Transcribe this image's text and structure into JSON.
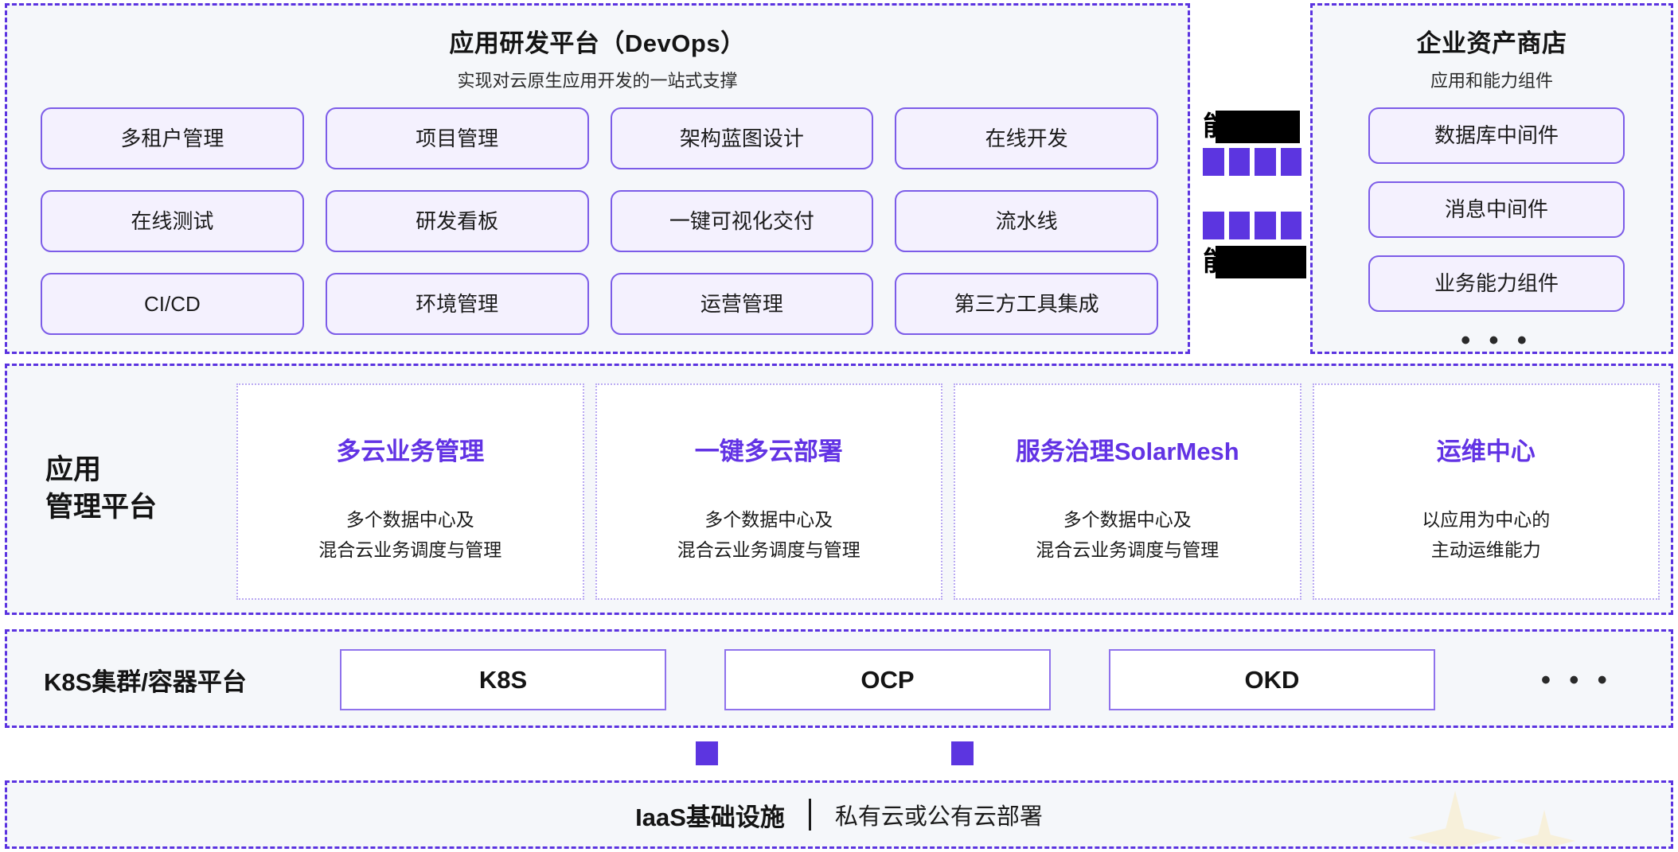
{
  "devops": {
    "title": "应用研发平台（DevOps）",
    "subtitle": "实现对云原生应用开发的一站式支撑",
    "items": [
      "多租户管理",
      "项目管理",
      "架构蓝图设计",
      "在线开发",
      "在线测试",
      "研发看板",
      "一键可视化交付",
      "流水线",
      "CI/CD",
      "环境管理",
      "运营管理",
      "第三方工具集成"
    ]
  },
  "middle_column": {
    "redacted_top_glyph": "能",
    "redacted_bottom_glyph": "能",
    "square_count_per_row": 4,
    "square_color": "#5c35e0"
  },
  "asset_store": {
    "title": "企业资产商店",
    "subtitle": "应用和能力组件",
    "items": [
      "数据库中间件",
      "消息中间件",
      "业务能力组件"
    ],
    "more": "• • •"
  },
  "management": {
    "label_line1": "应用",
    "label_line2": "管理平台",
    "cards": [
      {
        "title": "多云业务管理",
        "desc": "多个数据中心及\n混合云业务调度与管理"
      },
      {
        "title": "一键多云部署",
        "desc": "多个数据中心及\n混合云业务调度与管理"
      },
      {
        "title": "服务治理SolarMesh",
        "desc": "多个数据中心及\n混合云业务调度与管理"
      },
      {
        "title": "运维中心",
        "desc": "以应用为中心的\n主动运维能力"
      }
    ]
  },
  "k8s": {
    "label": "K8S集群/容器平台",
    "items": [
      "K8S",
      "OCP",
      "OKD"
    ],
    "more": "• • •"
  },
  "iaas": {
    "title": "IaaS基础设施",
    "divider": "|",
    "subtitle": "私有云或公有云部署"
  },
  "theme": {
    "accent_purple": "#5b33e0",
    "chip_border": "#7c5ce8",
    "chip_bg": "#f4f1fe",
    "card_title_purple": "#6233e4",
    "section_bg": "#f5f7fa",
    "sparkle": "#f7f0da"
  }
}
